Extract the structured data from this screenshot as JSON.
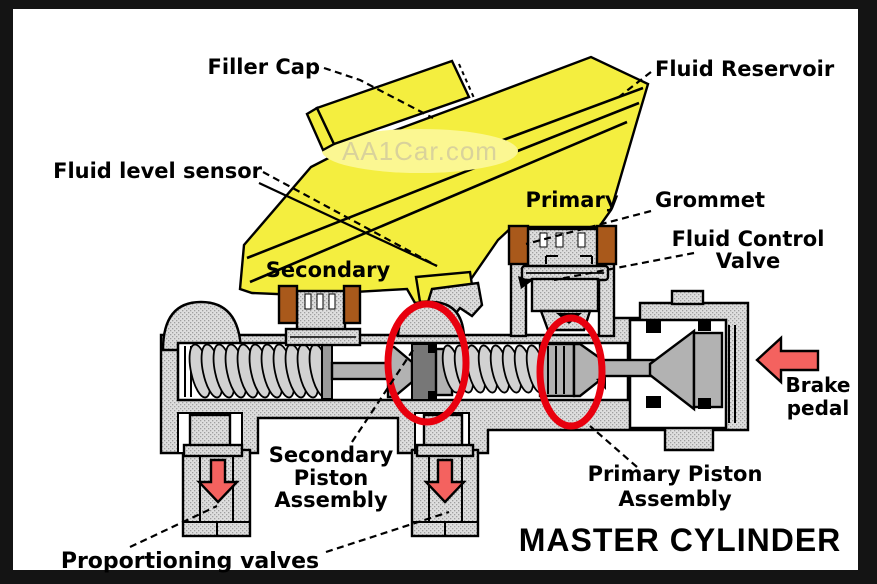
{
  "title": "MASTER CYLINDER",
  "watermark": "AA1Car.com",
  "labels": {
    "filler_cap": "Filler Cap",
    "fluid_reservoir": "Fluid Reservoir",
    "fluid_level_sensor": "Fluid level sensor",
    "primary": "Primary",
    "secondary": "Secondary",
    "grommet": "Grommet",
    "fcv1": "Fluid Control",
    "fcv2": "Valve",
    "brake1": "Brake",
    "brake2": "pedal",
    "sec_piston1": "Secondary",
    "sec_piston2": "Piston",
    "sec_piston3": "Assembly",
    "pri_piston1": "Primary Piston",
    "pri_piston2": "Assembly",
    "proportioning": "Proportioning valves"
  },
  "colors": {
    "reservoir_yellow": "#f4ee3f",
    "grommet_orange": "#a9591b",
    "highlight_red": "#e8000e",
    "arrow_salmon": "#f4625f",
    "body_gray": "#dedede",
    "part_gray": "#b2b2b2",
    "watermark_bg": "#fbf792",
    "watermark_fg": "#d9d29b",
    "frame_black": "#141414"
  }
}
